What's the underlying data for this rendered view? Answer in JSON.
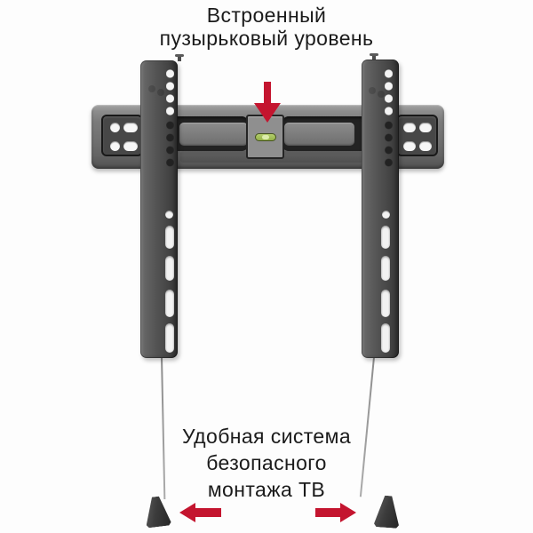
{
  "captions": {
    "top": {
      "lines": [
        "Встроенный",
        "пузырьковый уровень"
      ]
    },
    "bottom": {
      "lines": [
        "Удобная система",
        "безопасного",
        "монтажа ТВ"
      ]
    }
  },
  "annotations": {
    "accent_color": "#c4152f",
    "arrows": [
      {
        "icon": "arrow-down-icon",
        "points_to": "bubble-level"
      },
      {
        "icon": "arrow-left-icon",
        "points_to": "cord-weight-left"
      },
      {
        "icon": "arrow-right-icon",
        "points_to": "cord-weight-right"
      }
    ]
  },
  "product": {
    "bubble_level_color": "#94b148",
    "metal_color": "#555555"
  }
}
